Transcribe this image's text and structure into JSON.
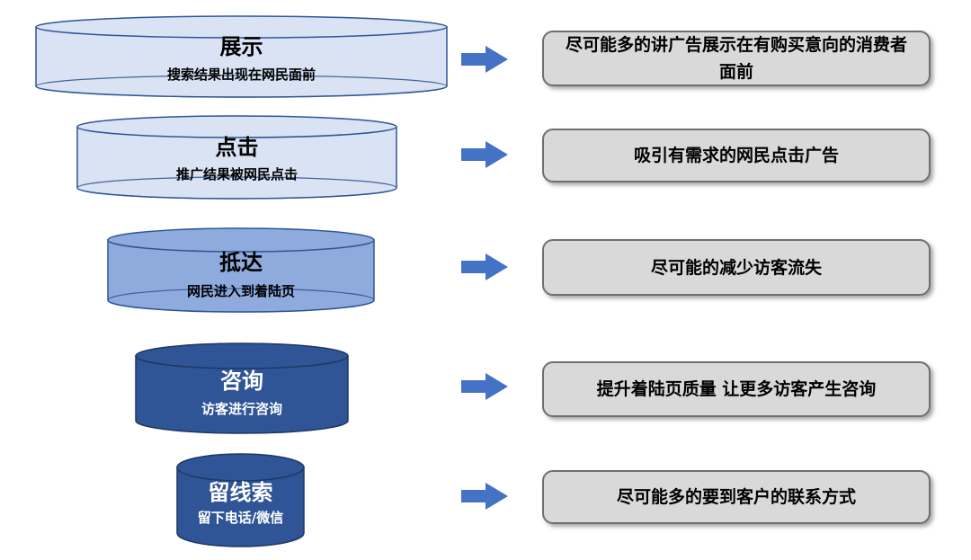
{
  "colors": {
    "arrow": "#4472c4",
    "stage_fills": [
      "#dae3f3",
      "#dae3f3",
      "#8faadc",
      "#2f5597",
      "#2f5597"
    ],
    "stage_text": [
      "#000000",
      "#000000",
      "#000000",
      "#ffffff",
      "#ffffff"
    ]
  },
  "stages": [
    {
      "title": "展示",
      "subtitle": "搜索结果出现在网民面前",
      "description": "尽可能多的讲广告展示在有购买意向的消费者面前"
    },
    {
      "title": "点击",
      "subtitle": "推广结果被网民点击",
      "description": "吸引有需求的网民点击广告"
    },
    {
      "title": "抵达",
      "subtitle": "网民进入到着陆页",
      "description": "尽可能的减少访客流失"
    },
    {
      "title": "咨询",
      "subtitle": "访客进行咨询",
      "description": "提升着陆页质量 让更多访客产生咨询"
    },
    {
      "title": "留线索",
      "subtitle": "留下电话/微信",
      "description": "尽可能多的要到客户的联系方式"
    }
  ]
}
